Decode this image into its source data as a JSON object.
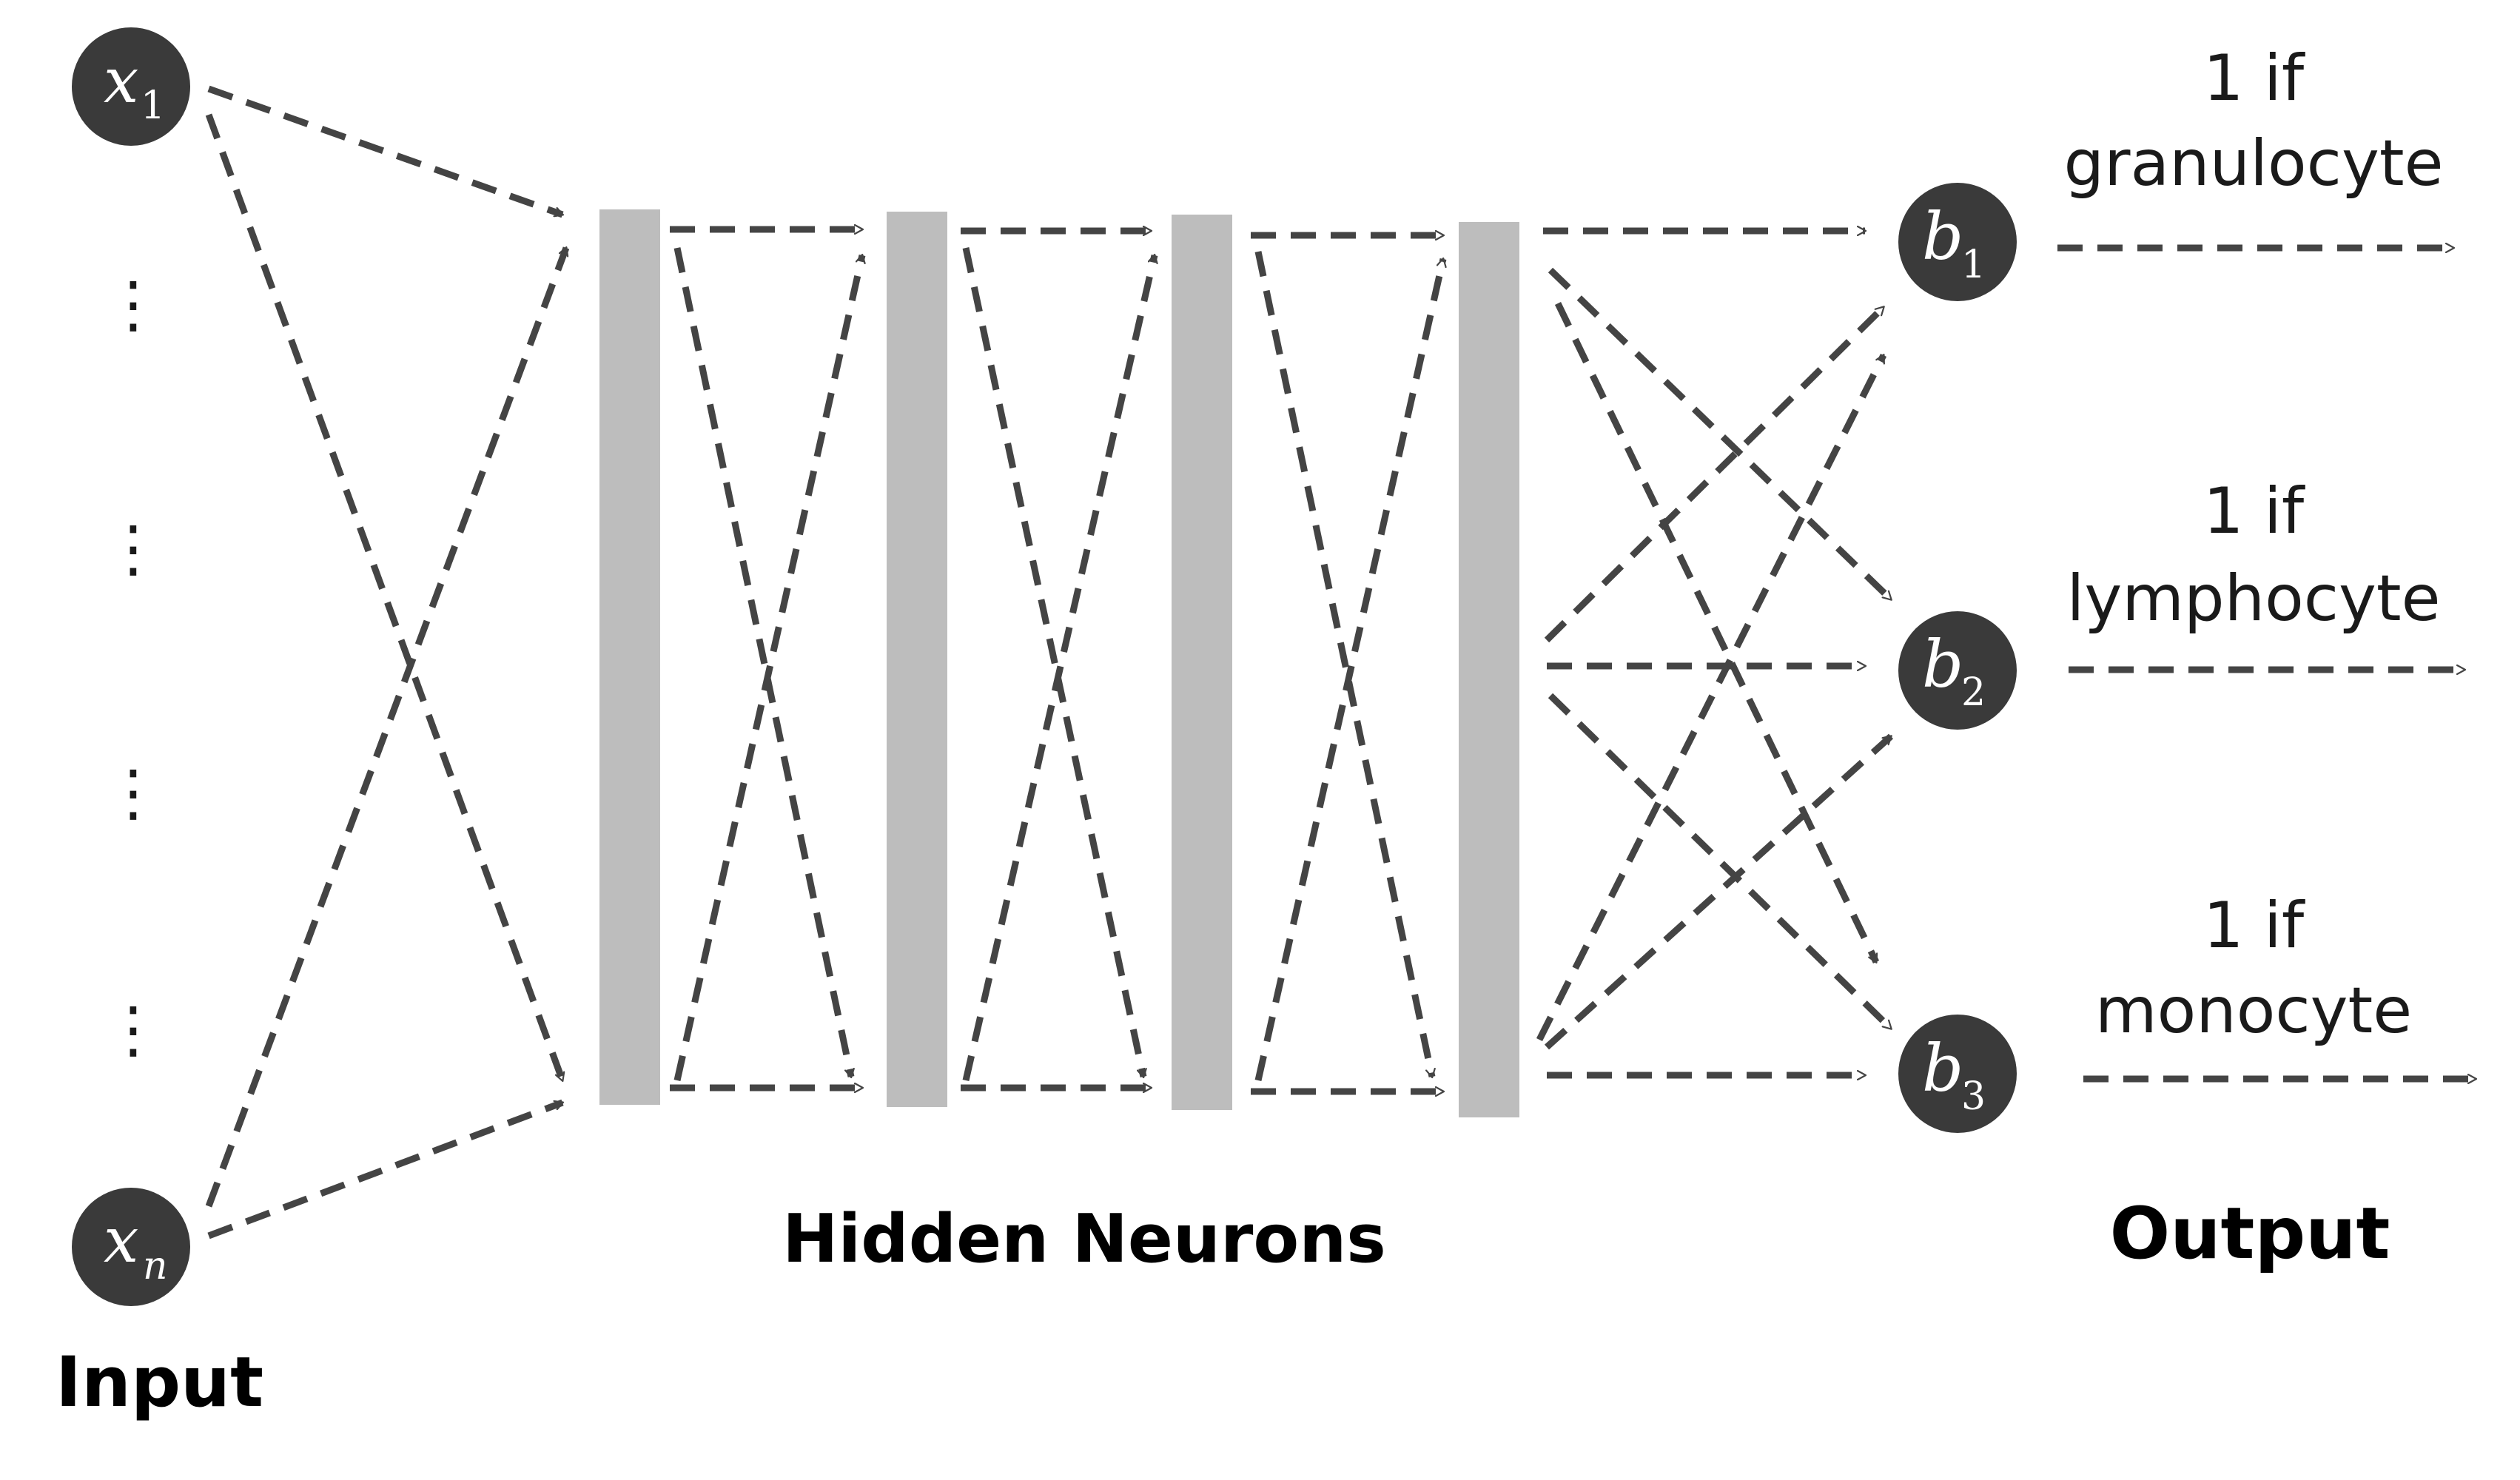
{
  "colors": {
    "node_fill": "#3a3a3a",
    "layer_fill": "#bdbdbd",
    "edge": "#444444",
    "text": "#1a1a1a"
  },
  "input": {
    "label": "Input",
    "first_node": {
      "symbol": "x",
      "subscript": "1"
    },
    "last_node": {
      "symbol": "x",
      "subscript": "n"
    },
    "ellipsis": "⋮"
  },
  "hidden": {
    "label": "Hidden Neurons",
    "layer_count": 4
  },
  "output": {
    "label": "Output",
    "nodes": [
      {
        "symbol": "b",
        "subscript": "1",
        "line1": "1 if",
        "line2": "granulocyte"
      },
      {
        "symbol": "b",
        "subscript": "2",
        "line1": "1 if",
        "line2": "lymphocyte"
      },
      {
        "symbol": "b",
        "subscript": "3",
        "line1": "1 if",
        "line2": "monocyte"
      }
    ]
  }
}
